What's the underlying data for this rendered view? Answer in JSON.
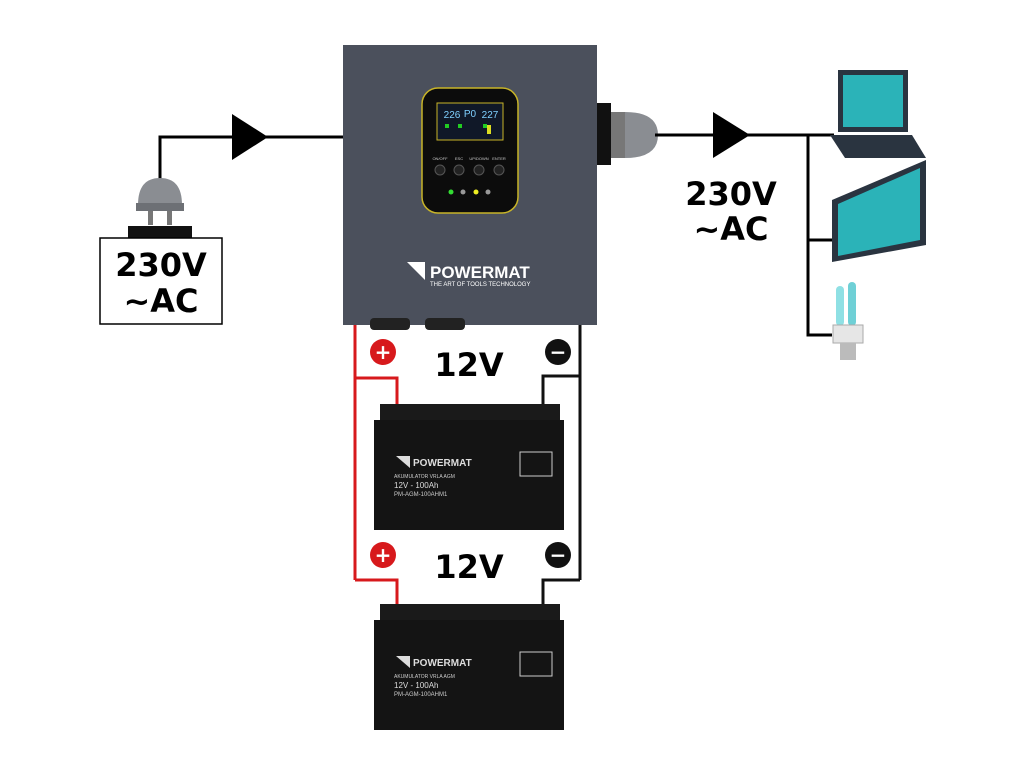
{
  "input": {
    "voltage": "230V",
    "type": "~AC"
  },
  "output": {
    "voltage": "230V",
    "type": "~AC"
  },
  "inverter": {
    "brand": "POWERMAT",
    "tagline": "THE ART OF TOOLS TECHNOLOGY",
    "display": {
      "input_value": "226",
      "mode": "P0",
      "output_value": "227"
    },
    "buttons": [
      "ON/OFF",
      "ESC",
      "UP/DOWN",
      "ENTER"
    ]
  },
  "batteries": [
    {
      "voltage_label": "12V",
      "brand": "POWERMAT",
      "type": "AKUMULATOR VRLA AGM",
      "rating": "12V - 100Ah",
      "model": "PM-AGM-100AHM1",
      "plus": "+",
      "minus": "−"
    },
    {
      "voltage_label": "12V",
      "brand": "POWERMAT",
      "type": "AKUMULATOR VRLA AGM",
      "rating": "12V - 100Ah",
      "model": "PM-AGM-100AHM1",
      "plus": "+",
      "minus": "−"
    }
  ],
  "loads": [
    "laptop-icon",
    "monitor-icon",
    "bulb-icon"
  ],
  "colors": {
    "positive_wire": "#d7191c",
    "negative_wire": "#111111",
    "inverter_body": "#4b505c",
    "device_teal": "#2bb3b8"
  }
}
